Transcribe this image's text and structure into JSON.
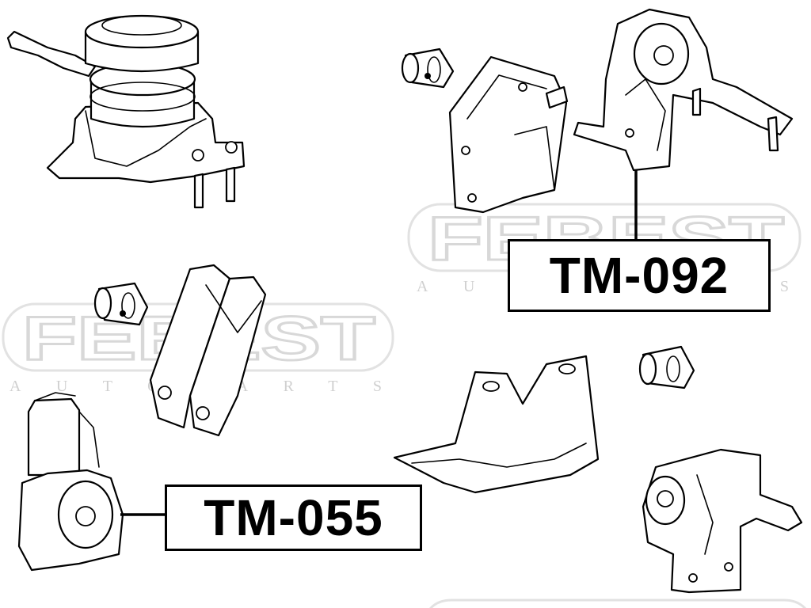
{
  "watermark": {
    "brand": "FEBEST",
    "subtitle": "AUTOPARTS",
    "color": "#d8d8d8"
  },
  "labels": {
    "tm092": "TM-092",
    "tm055": "TM-055"
  },
  "colors": {
    "line": "#000000",
    "background": "#ffffff"
  }
}
